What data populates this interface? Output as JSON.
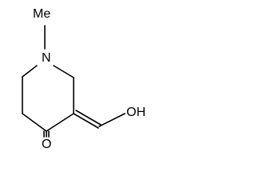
{
  "structure": {
    "atoms": {
      "methyl": "Me",
      "nitrogen": "N",
      "carbonyl_oxygen": "O",
      "hydroxyl": "OH"
    },
    "colors": {
      "background": "#ffffff",
      "ink": "#000000"
    }
  }
}
